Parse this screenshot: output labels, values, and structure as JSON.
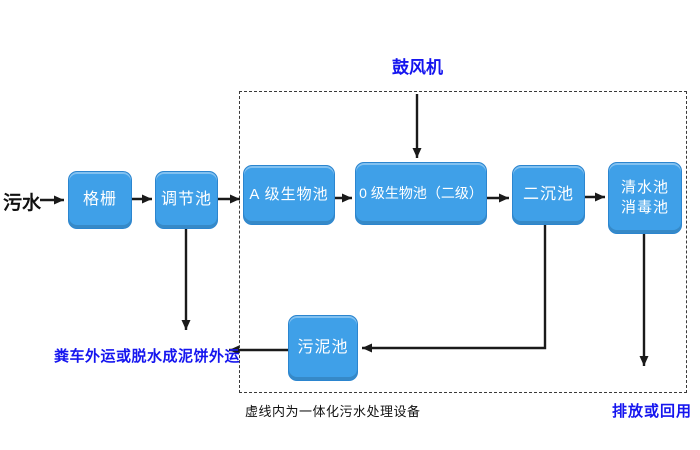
{
  "diagram": {
    "influent": "污水",
    "blower": "鼓风机",
    "nodes": {
      "grid": "格栅",
      "regulating_tank": "调节池",
      "a_bio_tank": "A 级生物池",
      "o_bio_tank": "0 级生物池（二级）",
      "secondary_sedimentation_tank": "二沉池",
      "clear_water_tank_line1": "清水池",
      "clear_water_tank_line2": "消毒池",
      "sludge_tank": "污泥池"
    },
    "labels": {
      "sludge_disposal": "粪车外运或脱水成泥饼外运",
      "dashed_box_caption": "虚线内为一体化污水处理设备",
      "discharge": "排放或回用"
    },
    "colors": {
      "node_fill": "#3fa0e8",
      "node_border": "#2b85cf",
      "node_text": "#ffffff",
      "accent_text": "#1515ef",
      "arrow": "#1a1a1a"
    }
  }
}
